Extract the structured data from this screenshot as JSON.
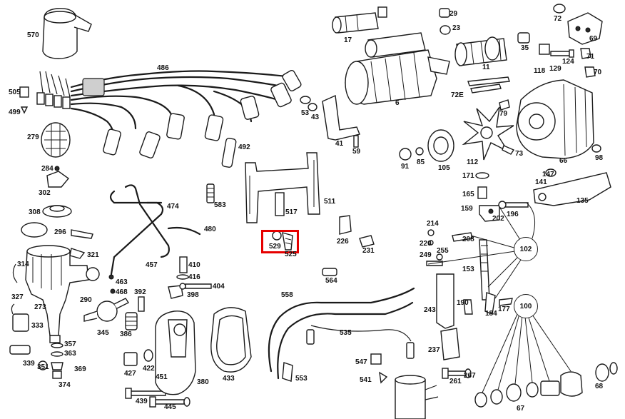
{
  "highlight_part": "529",
  "callouts": {
    "circ_102": "102",
    "circ_100": "100"
  },
  "labels": [
    "570",
    "486",
    "505",
    "499",
    "279",
    "284",
    "302",
    "308",
    "296",
    "321",
    "314",
    "327",
    "333",
    "273",
    "339",
    "351",
    "357",
    "363",
    "369",
    "374",
    "290",
    "345",
    "386",
    "392",
    "398",
    "463",
    "468",
    "457",
    "474",
    "480",
    "492",
    "583",
    "517",
    "511",
    "529",
    "525",
    "226",
    "231",
    "564",
    "410",
    "416",
    "404",
    "427",
    "422",
    "451",
    "439",
    "445",
    "380",
    "433",
    "558",
    "535",
    "547",
    "541",
    "553",
    "17",
    "29",
    "23",
    "35",
    "72",
    "69",
    "71",
    "70",
    "11",
    "118",
    "129",
    "124",
    "6",
    "53",
    "43",
    "41",
    "59",
    "72E",
    "79",
    "91",
    "85",
    "105",
    "112",
    "73",
    "98",
    "66",
    "147",
    "171",
    "141",
    "135",
    "165",
    "159",
    "196",
    "202",
    "214",
    "220",
    "208",
    "249",
    "255",
    "153",
    "243",
    "190",
    "184",
    "177",
    "237",
    "261",
    "267",
    "68",
    "67"
  ]
}
